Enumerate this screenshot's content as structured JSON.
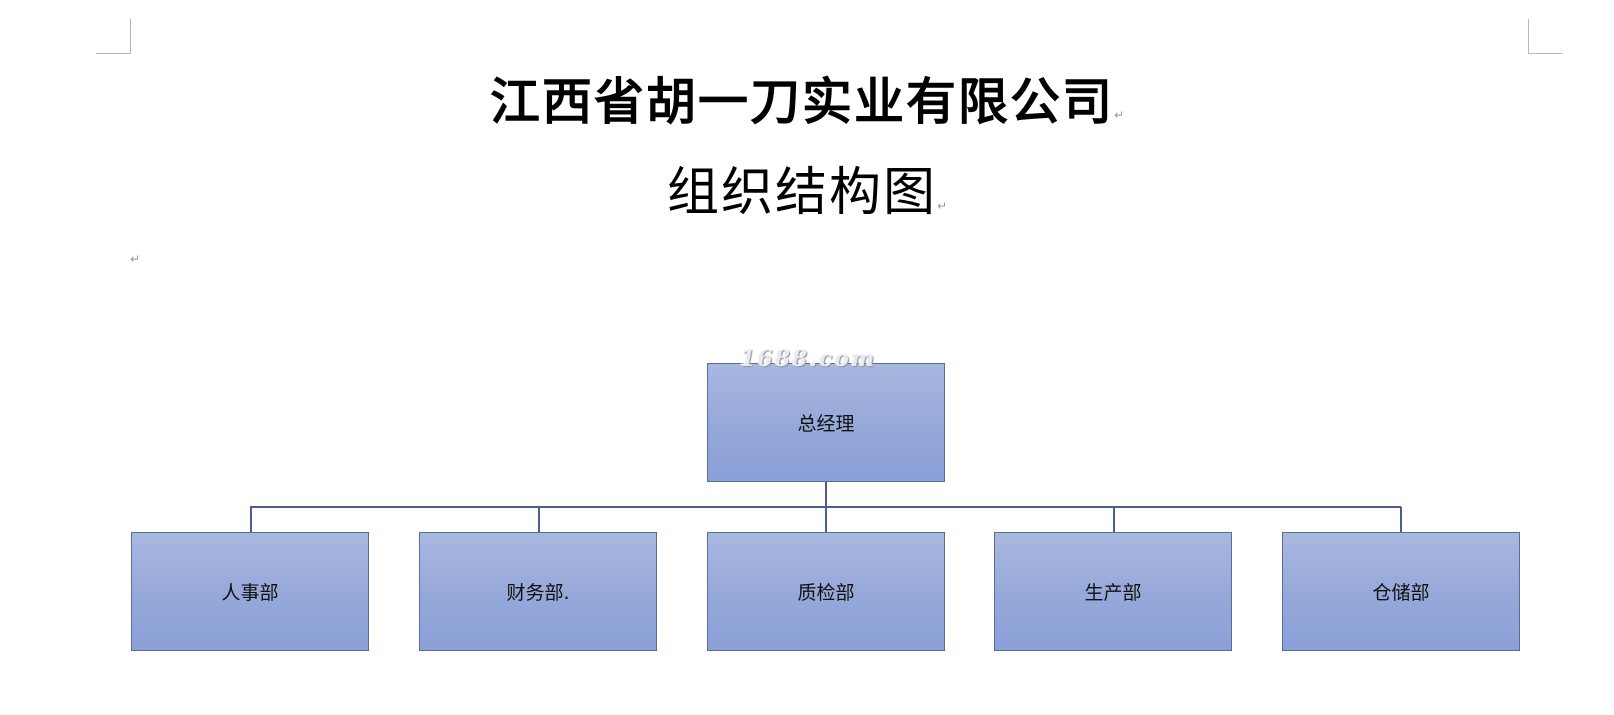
{
  "document": {
    "company_name": "江西省胡一刀实业有限公司",
    "chart_title": "组织结构图",
    "paragraph_mark": "↵"
  },
  "watermark": "1688.com",
  "org_chart": {
    "root": {
      "label": "总经理"
    },
    "departments": [
      {
        "label": "人事部"
      },
      {
        "label": "财务部."
      },
      {
        "label": "质检部"
      },
      {
        "label": "生产部"
      },
      {
        "label": "仓储部"
      }
    ]
  },
  "colors": {
    "box_fill_top": "#a9b8df",
    "box_fill_bottom": "#8aa0d7",
    "box_border": "#5a6d97",
    "connector": "#4a5f8e"
  }
}
